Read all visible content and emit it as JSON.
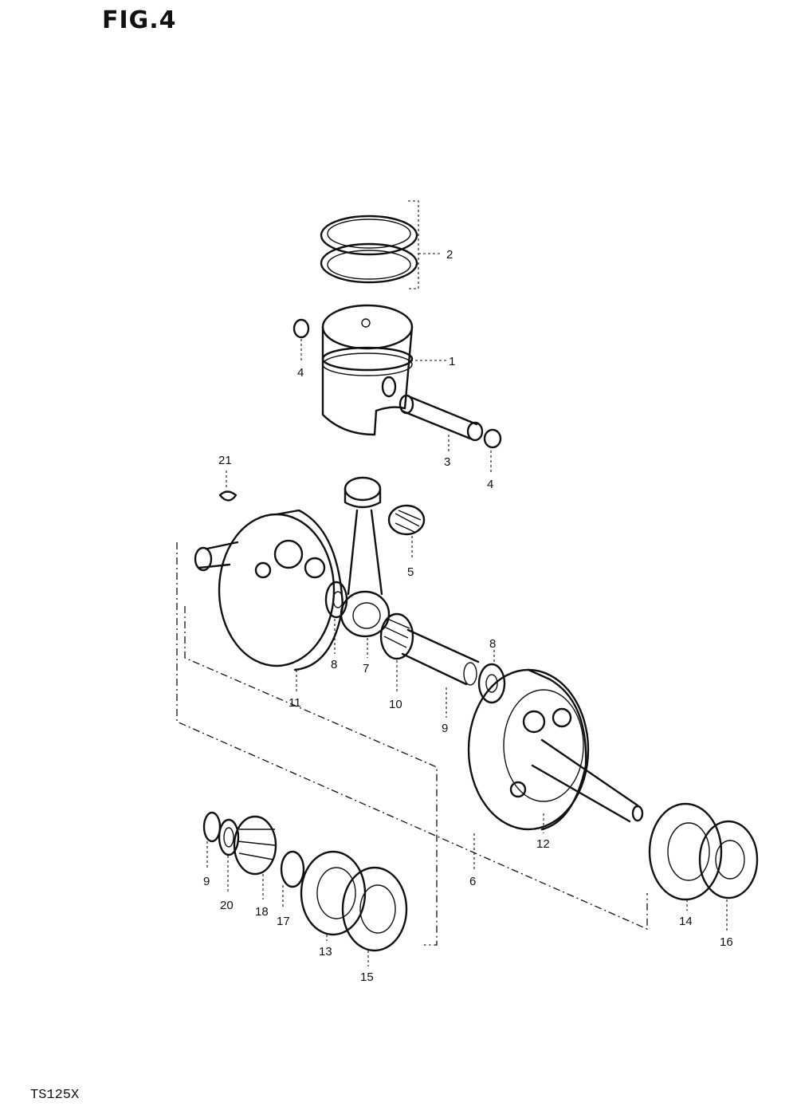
{
  "figure": {
    "title": "FIG.4",
    "model": "TS125X"
  },
  "callouts": {
    "c1": "1",
    "c2": "2",
    "c3": "3",
    "c4a": "4",
    "c4b": "4",
    "c5": "5",
    "c6": "6",
    "c7": "7",
    "c8a": "8",
    "c8b": "8",
    "c9a": "9",
    "c9b": "9",
    "c10": "10",
    "c11": "11",
    "c12": "12",
    "c13": "13",
    "c14": "14",
    "c15": "15",
    "c16": "16",
    "c17": "17",
    "c18": "18",
    "c20": "20",
    "c21": "21"
  }
}
